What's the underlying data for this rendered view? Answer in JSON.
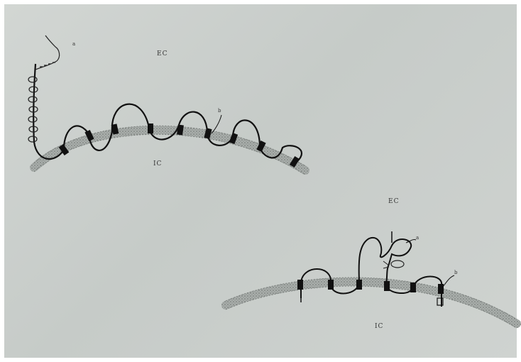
{
  "diagram": {
    "labels": {
      "ec_top": "EC",
      "ic_top": "IC",
      "ec_bottom": "EC",
      "ic_bottom": "IC",
      "a_top": "a",
      "b_top": "b",
      "a_bottom": "a",
      "b_bottom": "b"
    },
    "colors": {
      "paper": "#cdd1ce",
      "ink": "#111111",
      "membrane": "#8f9491"
    }
  }
}
